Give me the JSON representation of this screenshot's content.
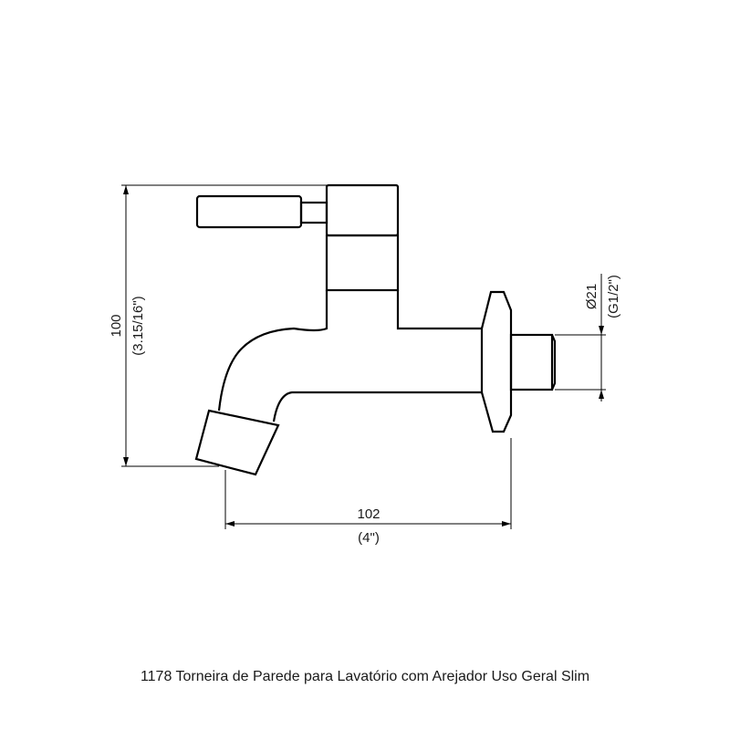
{
  "dimensions": {
    "height": {
      "value": "100",
      "inches": "(3.15/16\")"
    },
    "width": {
      "value": "102",
      "inches": "(4\")"
    },
    "thread": {
      "value": "Ø21",
      "inches": "(G1/2\")"
    }
  },
  "caption": "1178 Torneira de Parede para Lavatório com Arejador Uso Geral Slim"
}
